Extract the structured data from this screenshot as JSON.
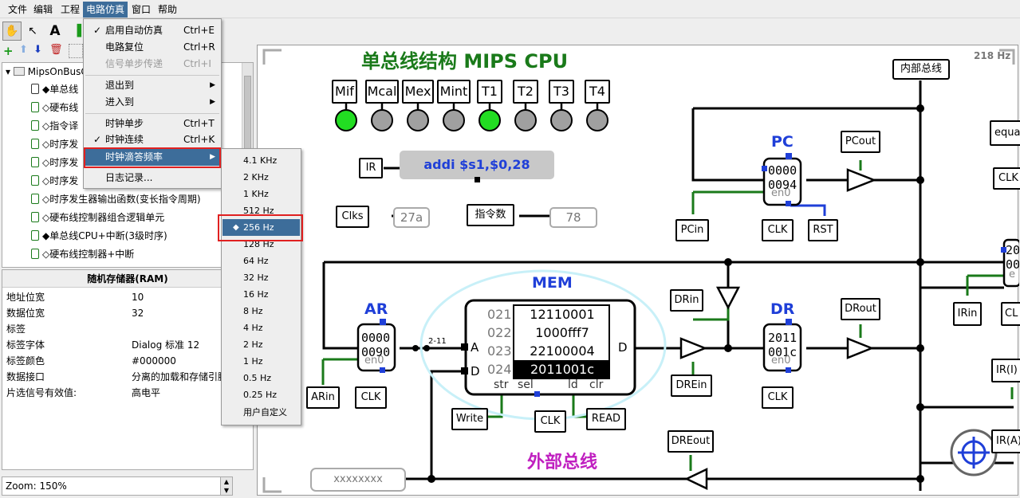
{
  "menubar": {
    "items": [
      "文件",
      "编辑",
      "工程",
      "电路仿真",
      "窗口",
      "帮助"
    ],
    "active": "电路仿真"
  },
  "toolbar": {
    "tools": [
      "hand-tool",
      "select-tool",
      "text-tool"
    ]
  },
  "tree": {
    "root": "MipsOnBusC",
    "items": [
      "◆单总线",
      "◇硬布线",
      "◇指令译",
      "◇时序发",
      "◇时序发",
      "◇时序发",
      "◇时序发生器输出函数(变长指令周期)",
      "◇硬布线控制器组合逻辑单元",
      "◆单总线CPU+中断(3级时序)",
      "◇硬布线控制器+中断"
    ]
  },
  "props": {
    "title": "随机存储器(RAM)",
    "rows": [
      {
        "k": "地址位宽",
        "v": "10"
      },
      {
        "k": "数据位宽",
        "v": "32"
      },
      {
        "k": "标签",
        "v": ""
      },
      {
        "k": "标签字体",
        "v": "Dialog 标准 12"
      },
      {
        "k": "标签颜色",
        "v": "#000000"
      },
      {
        "k": "数据接口",
        "v": "分离的加载和存储引脚"
      },
      {
        "k": "片选信号有效值:",
        "v": "高电平"
      }
    ]
  },
  "zoom": "Zoom: 150%",
  "sim_menu": {
    "items": [
      {
        "label": "启用自动仿真",
        "shortcut": "Ctrl+E",
        "checked": true
      },
      {
        "label": "电路复位",
        "shortcut": "Ctrl+R"
      },
      {
        "label": "信号单步传递",
        "shortcut": "Ctrl+I",
        "disabled": true
      },
      {
        "label": "退出到",
        "submenu": true
      },
      {
        "label": "进入到",
        "submenu": true
      },
      {
        "label": "时钟单步",
        "shortcut": "Ctrl+T"
      },
      {
        "label": "时钟连续",
        "shortcut": "Ctrl+K",
        "checked": true
      },
      {
        "label": "时钟滴答频率",
        "submenu": true,
        "highlighted": true
      },
      {
        "label": "日志记录..."
      }
    ]
  },
  "freq_menu": {
    "items": [
      "4.1 KHz",
      "2 KHz",
      "1 KHz",
      "512 Hz",
      "256 Hz",
      "128 Hz",
      "64 Hz",
      "32 Hz",
      "16 Hz",
      "8 Hz",
      "4 Hz",
      "2 Hz",
      "1 Hz",
      "0.5 Hz",
      "0.25 Hz",
      "用户自定义"
    ],
    "selected": "256 Hz"
  },
  "circuit": {
    "title": "单总线结构 MIPS CPU",
    "freq": "218 Hz",
    "internal_bus": "内部总线",
    "external_bus": "外部总线",
    "states": [
      "Mif",
      "Mcal",
      "Mex",
      "Mint",
      "T1",
      "T2",
      "T3",
      "T4"
    ],
    "state_active": [
      true,
      false,
      false,
      false,
      true,
      false,
      false,
      false
    ],
    "ir_label": "IR",
    "instruction": "addi $s1,$0,28",
    "clks_label": "Clks",
    "clks_value": "27a",
    "instr_count_label": "指令数",
    "instr_count_value": "78",
    "pc": {
      "title": "PC",
      "v1": "0000",
      "v2": "0094",
      "en": "en0",
      "in": "PCin",
      "clk": "CLK",
      "rst": "RST",
      "out": "PCout"
    },
    "ar": {
      "title": "AR",
      "v1": "0000",
      "v2": "0090",
      "en": "en0",
      "in": "ARin",
      "clk": "CLK",
      "split": "2-11"
    },
    "dr": {
      "title": "DR",
      "v1": "2011",
      "v2": "001c",
      "en": "en0",
      "clk": "CLK",
      "in": "DRin",
      "out": "DRout",
      "ein": "DREin",
      "eout": "DREout"
    },
    "mem": {
      "title": "MEM",
      "rows": [
        {
          "addr": "021",
          "val": "12110001"
        },
        {
          "addr": "022",
          "val": "1000fff7"
        },
        {
          "addr": "023",
          "val": "22100004"
        },
        {
          "addr": "024",
          "val": "2011001c"
        }
      ],
      "port_a": "A",
      "port_d": "D",
      "port_d2": "D",
      "pins": [
        "str",
        "sel",
        "ld",
        "clr"
      ],
      "write": "Write",
      "clk": "CLK",
      "read": "READ"
    },
    "ext_value": "xxxxxxxx",
    "right_labels": [
      "equa",
      "CLK",
      "IRin",
      "CL",
      "IR(I)",
      "IR(A)"
    ],
    "right_reg": {
      "v1": "20",
      "v2": "00",
      "en": "e"
    }
  },
  "colors": {
    "menu_highlight": "#3d6d9a",
    "title_green": "#1a7a1a",
    "reg_blue": "#1f3fd8",
    "bus_magenta": "#c020c0",
    "led_green": "#22dd22",
    "led_gray": "#a0a0a0",
    "ram_halo": "#c8f0f8",
    "red_box": "#e02020"
  }
}
